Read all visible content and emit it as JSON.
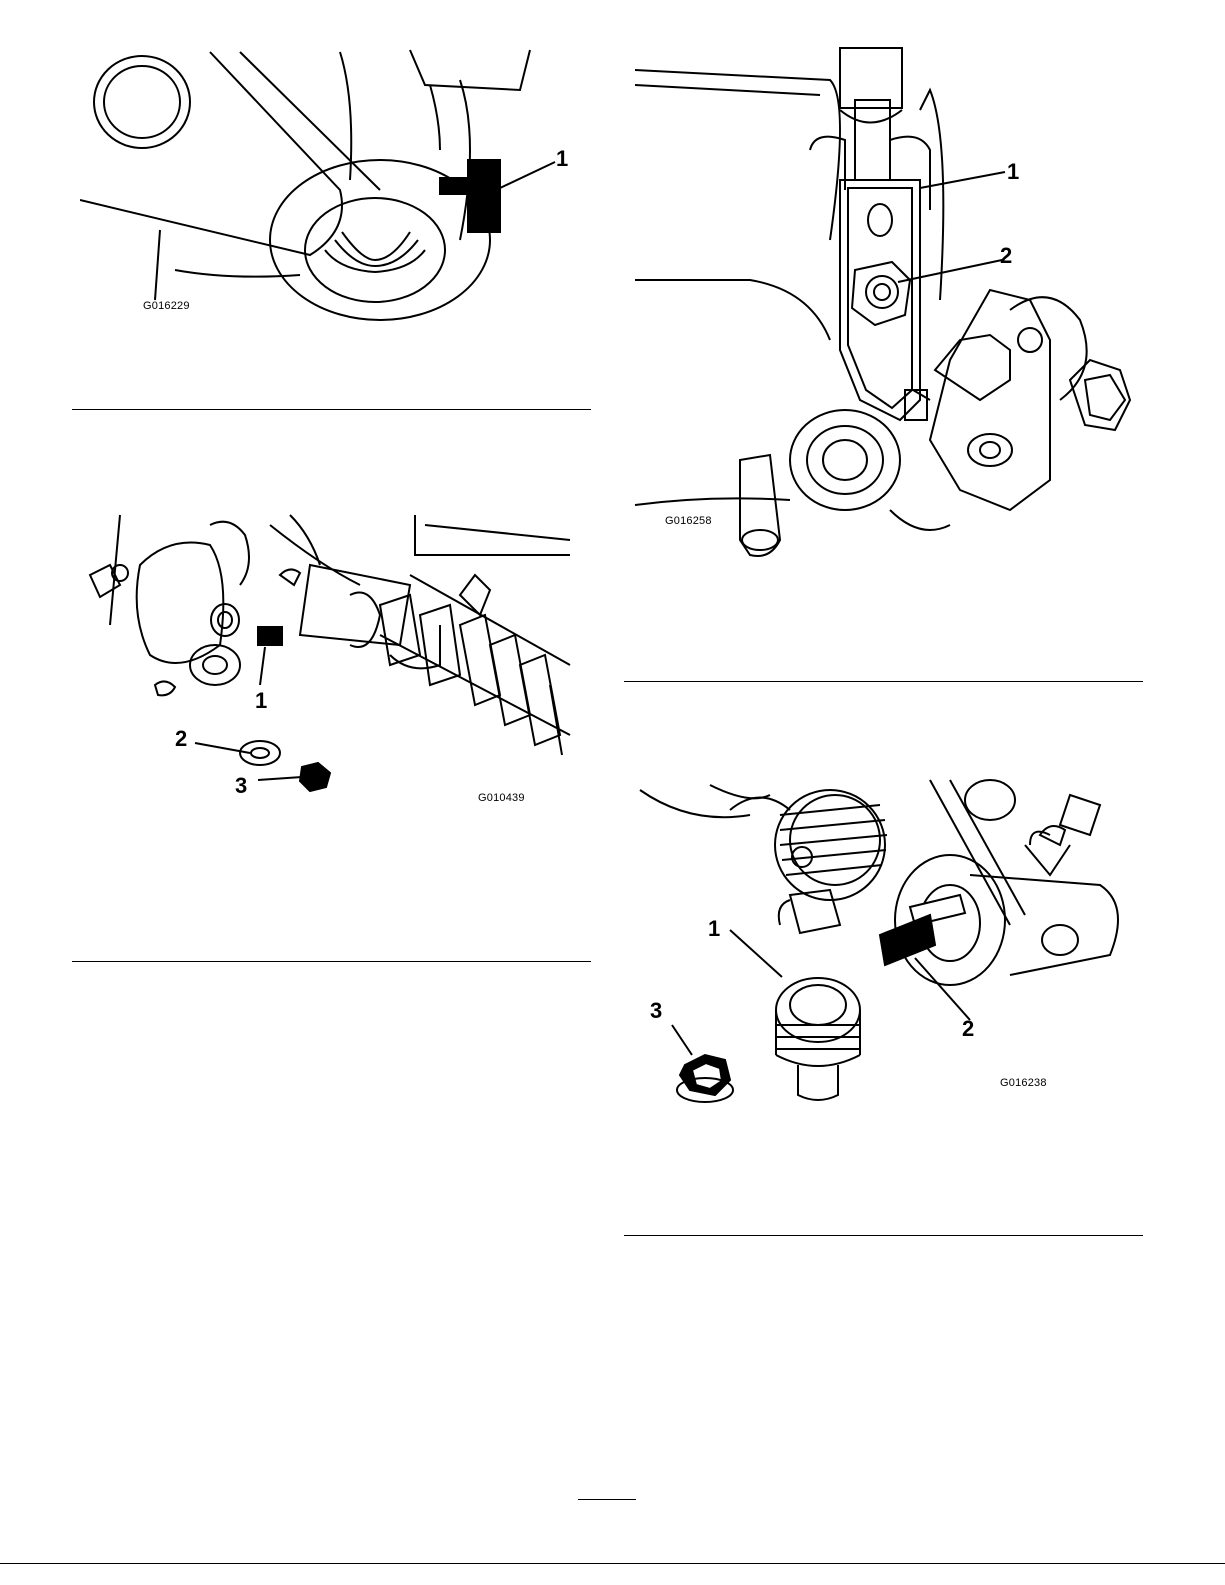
{
  "figures": [
    {
      "id": "G016229",
      "callouts": [
        "1"
      ]
    },
    {
      "id": "G010439",
      "callouts": [
        "1",
        "2",
        "3"
      ]
    },
    {
      "id": "G016258",
      "callouts": [
        "1",
        "2"
      ]
    },
    {
      "id": "G016238",
      "callouts": [
        "1",
        "2",
        "3"
      ]
    }
  ]
}
